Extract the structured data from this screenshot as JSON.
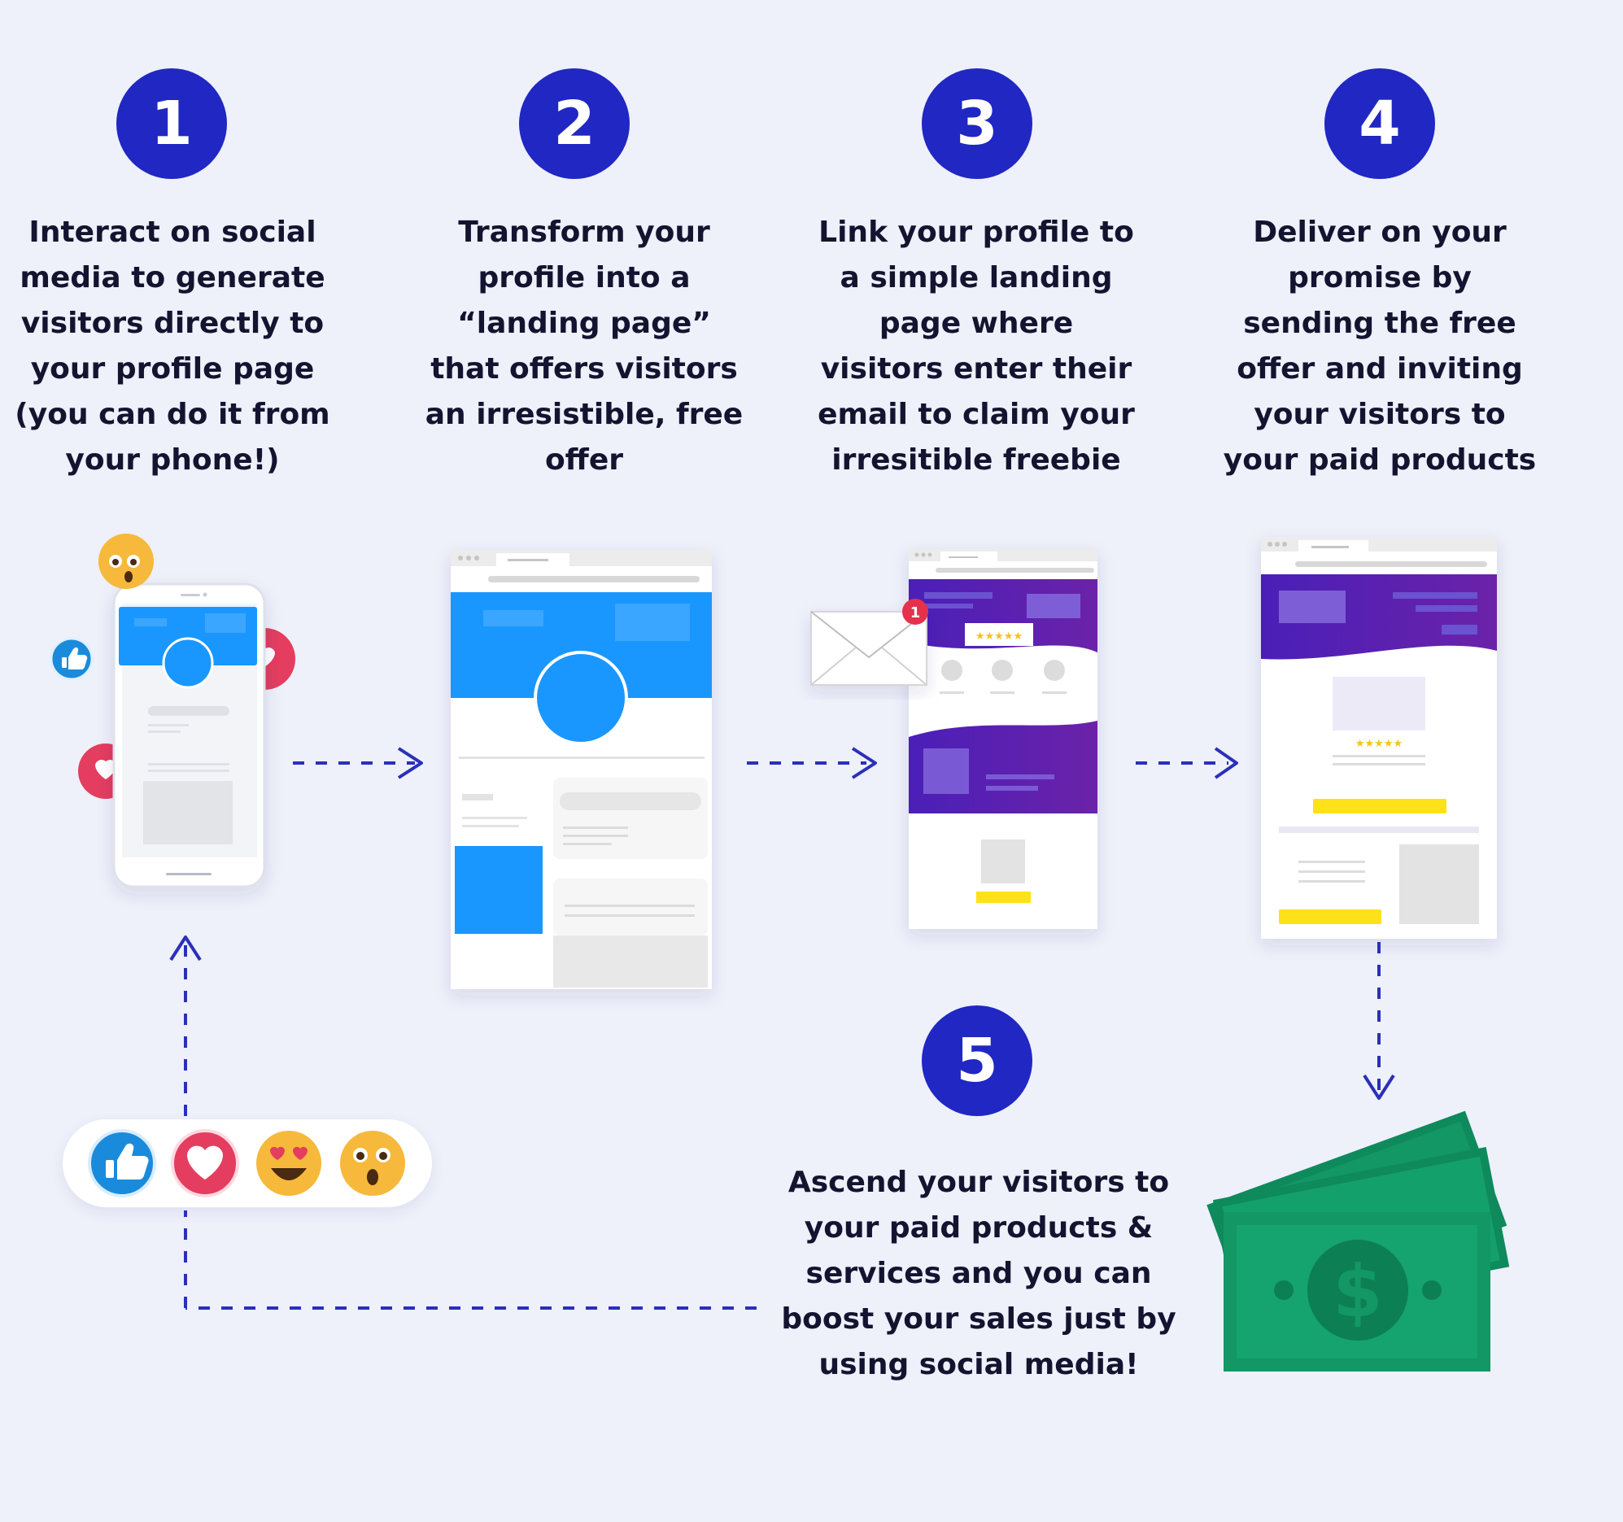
{
  "steps": [
    {
      "number": "1",
      "text": "Interact on social\nmedia to generate\nvisitors directly to\nyour profile page\n(you can do it from\nyour phone!)"
    },
    {
      "number": "2",
      "text": "Transform your\nprofile into a\n“landing page”\nthat offers visitors\nan irresistible, free\noffer"
    },
    {
      "number": "3",
      "text": "Link your profile to\na simple landing\npage where\nvisitors enter their\nemail to claim your\nirresitible freebie"
    },
    {
      "number": "4",
      "text": "Deliver on your\npromise by\nsending the free\noffer and inviting\nyour visitors to\nyour paid products"
    },
    {
      "number": "5",
      "text": "Ascend your visitors to\nyour paid products &\nservices and you can\nboost your sales just by\nusing social media!"
    }
  ],
  "colors": {
    "badge": "#2027c3",
    "arrow": "#2a30b8",
    "facebook_blue": "#1a97ff",
    "purple_start": "#4a1fb8",
    "purple_end": "#6b22a8",
    "cta_yellow": "#ffe11a",
    "money_green": "#129765",
    "background": "#eef0fa"
  },
  "illustrations": {
    "phone": {
      "icons": [
        "thumbs-up-icon",
        "heart-icon",
        "wow-emoji-icon"
      ]
    },
    "email": {
      "notification_count": "1",
      "rating_stars": "★★★★★"
    },
    "offer": {
      "rating_stars": "★★★★★"
    },
    "reactions": [
      "thumbs-up-icon",
      "heart-icon",
      "heart-eyes-emoji-icon",
      "wow-emoji-icon"
    ],
    "money": {
      "symbol": "$"
    }
  }
}
